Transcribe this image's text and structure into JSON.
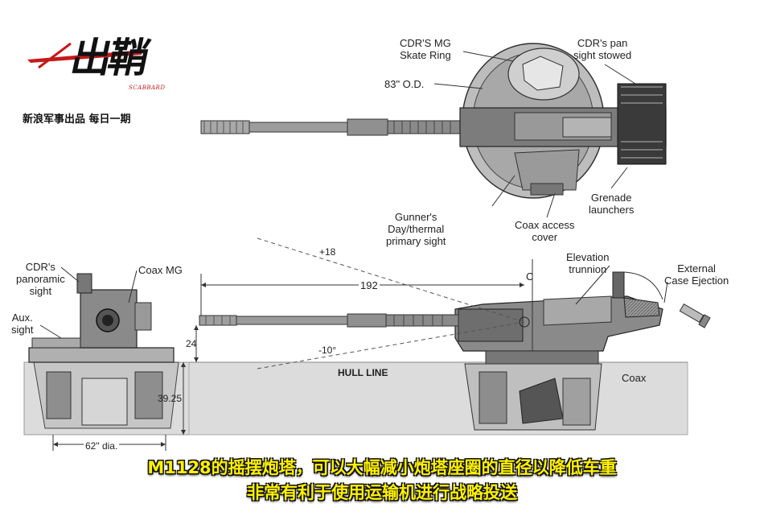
{
  "logo": {
    "brand_text": "出鞘",
    "brand_sub": "SCABBARD",
    "tagline": "新浪军事出品 每日一期"
  },
  "labels": {
    "cdr_mg_skate_ring_1": "CDR'S MG",
    "cdr_mg_skate_ring_2": "Skate Ring",
    "cdr_pan_sight_1": "CDR's pan",
    "cdr_pan_sight_2": "sight stowed",
    "od": "83\" O.D.",
    "grenade_1": "Grenade",
    "grenade_2": "launchers",
    "gunner_sight_1": "Gunner's",
    "gunner_sight_2": "Day/thermal",
    "gunner_sight_3": "primary sight",
    "coax_cover_1": "Coax access",
    "coax_cover_2": "cover",
    "elev_trunnion_1": "Elevation",
    "elev_trunnion_2": "trunnion",
    "ext_case_1": "External",
    "ext_case_2": "Case Ejection",
    "cdr_pano_1": "CDR's",
    "cdr_pano_2": "panoramic",
    "cdr_pano_3": "sight",
    "coax_mg": "Coax MG",
    "aux_sight_1": "Aux.",
    "aux_sight_2": "sight",
    "plus18": "+18",
    "dim192": "192",
    "dimC": "C",
    "dim24": "24",
    "minus10": "-10°",
    "hull_line": "HULL LINE",
    "coax": "Coax",
    "dim3925": "39.25",
    "dim62": "62\" dia."
  },
  "caption": {
    "line1": "M1128的摇摆炮塔，可以大幅减小炮塔座圈的直径以降低车重",
    "line2": "非常有利于使用运输机进行战略投送"
  },
  "colors": {
    "logo_red": "#c41a1a",
    "caption_yellow": "#fff200",
    "hull_grey": "#dcdcdc",
    "metal_grey": "#8a8a8a"
  }
}
